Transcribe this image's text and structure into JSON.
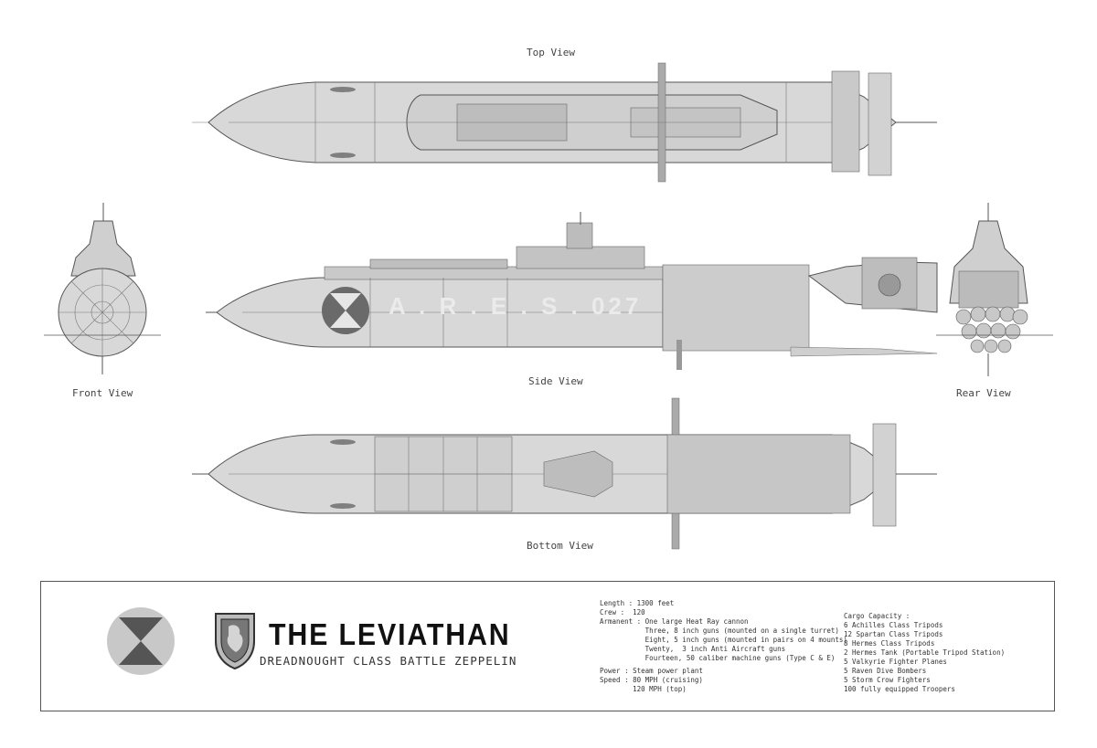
{
  "views": {
    "top": "Top View",
    "side": "Side View",
    "front": "Front View",
    "rear": "Rear View",
    "bottom": "Bottom View"
  },
  "hull_marking": "A . R . E . S . 027",
  "title": "THE LEVIATHAN",
  "subtitle": "DREADNOUGHT CLASS BATTLE ZEPPELIN",
  "specs": {
    "length": "Length : 1300 feet",
    "crew": "Crew :  120",
    "armament": [
      "Armanent : One large Heat Ray cannon",
      "           Three, 8 inch guns (mounted on a single turret)",
      "           Eight, 5 inch guns (mounted in pairs on 4 mounts)",
      "           Twenty,  3 inch Anti Aircraft guns",
      "           Fourteen, 50 caliber machine guns (Type C & E)"
    ],
    "power": "Power : Steam power plant",
    "speed": [
      "Speed : 80 MPH (cruising)",
      "        120 MPH (top)"
    ]
  },
  "cargo": {
    "heading": "Cargo Capacity :",
    "items": [
      "6 Achilles Class Tripods",
      "12 Spartan Class Tripods",
      "8 Hermes Class Tripods",
      "2 Hermes Tank (Portable Tripod Station)",
      "5 Valkyrie Fighter Planes",
      "5 Raven Dive Bombers",
      "5 Storm Crow Fighters",
      "100 fully equipped Troopers"
    ]
  },
  "colors": {
    "hull": "#d8d8d8",
    "emblem_disc": "#c8c8c8",
    "hourglass": "#555555"
  },
  "icons": [
    "hourglass-emblem-icon",
    "crest-shield-icon"
  ]
}
